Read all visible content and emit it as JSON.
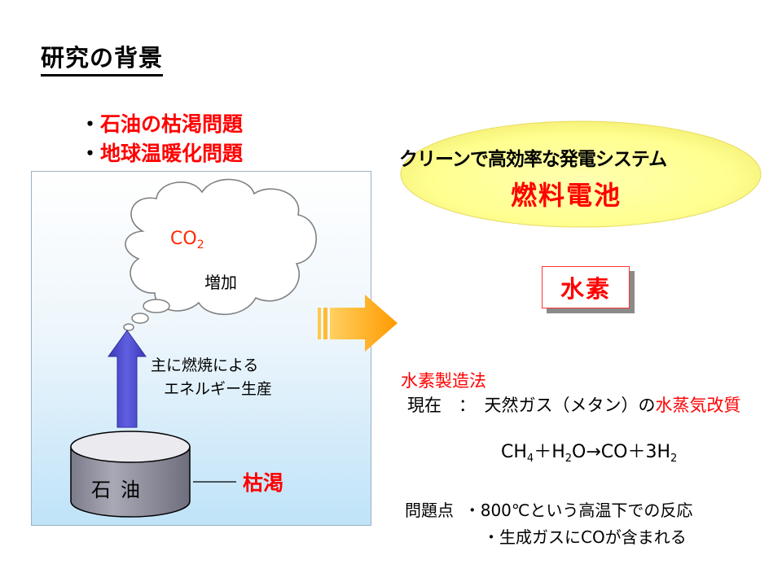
{
  "title": "研究の背景",
  "bullets": [
    {
      "marker": "・",
      "text": "石油の枯渇問題"
    },
    {
      "marker": "・",
      "text": "地球温暖化問題"
    }
  ],
  "left_panel": {
    "co2_main": "CO",
    "co2_sub": "2",
    "cloud_label": "増加",
    "arrow_label_line1": "主に燃焼による",
    "arrow_label_line2": "エネルギー生産",
    "cylinder_label": "石油",
    "depletion_label": "枯渇"
  },
  "ellipse": {
    "line1": "クリーンで高効率な発電システム",
    "line2": "燃料電池"
  },
  "hydrogen_box": "水素",
  "production": {
    "heading": "水素製造法",
    "current_prefix": "現在　：　天然ガス（メタン）の",
    "current_highlight": "水蒸気改質",
    "formula": {
      "ch": "CH",
      "s4": "4",
      "plus_h": "＋H",
      "s2a": "2",
      "o_arrow": "O→CO＋3H",
      "s2b": "2"
    },
    "problems_label": "問題点",
    "problem1": "・800℃という高温下での反応",
    "problem2": "・生成ガスにCOが含まれる"
  },
  "colors": {
    "accent_red": "#ff0000",
    "arrow_blue": "#4a4ad0",
    "arrow_orange": "#ffa000",
    "ellipse_yellow": "#ffff99",
    "cylinder_gray": "#8e8e9c"
  }
}
